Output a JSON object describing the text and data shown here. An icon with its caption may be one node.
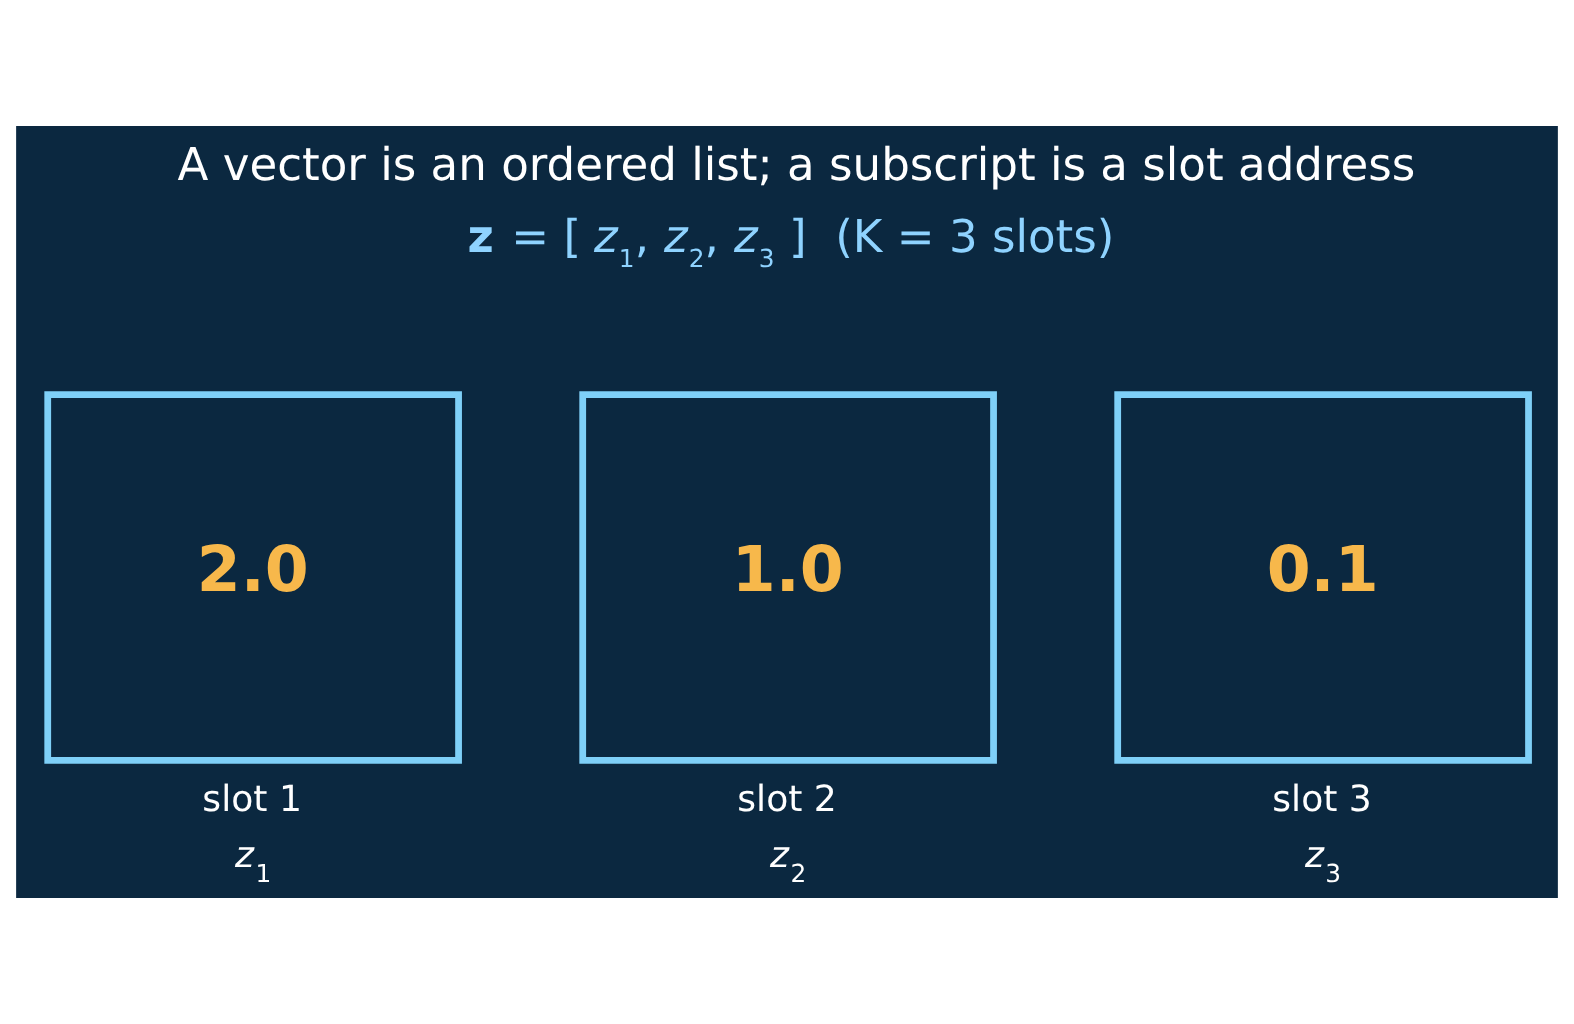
{
  "diagram": {
    "title": "A vector is an ordered list; a subscript is a slot address",
    "nodes": [
      {
        "text": [
          "2.0"
        ],
        "beside": [
          "slot 1",
          "*z*$_{1}$"
        ]
      },
      {
        "text": [
          "1.0"
        ],
        "beside": [
          "slot 2",
          "*z*$_{2}$"
        ]
      },
      {
        "text": [
          "0.1"
        ],
        "beside": [
          "slot 3",
          "*z*$_{3}$"
        ]
      }
    ],
    "labels": [
      "**z** = [ *z*$_{1}$, *z*$_{2}$, *z*$_{3}$ ]  (K = 3 slots)"
    ]
  }
}
